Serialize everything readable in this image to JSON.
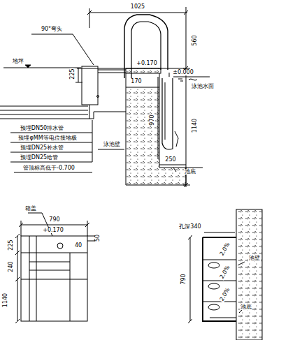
{
  "diagram": {
    "labels": [
      "1025",
      "560",
      "90°弯头",
      "+0.170",
      "地坪",
      "225",
      "170",
      "±0.000",
      "泳池水面",
      "1140",
      "970",
      "预埋DN50排水管",
      "预埋φMM等电位接地极",
      "预埋DN25补水管",
      "预埋DN25给管",
      "泳池壁",
      "管顶标高低于-0.700",
      "250",
      "池底",
      "箱盖",
      "790",
      "+0.170",
      "50",
      "40",
      "225",
      "240",
      "1140",
      "孔深340",
      "790",
      "池壁",
      "池底",
      "2.0%",
      "2.0%",
      "2.0%"
    ]
  }
}
